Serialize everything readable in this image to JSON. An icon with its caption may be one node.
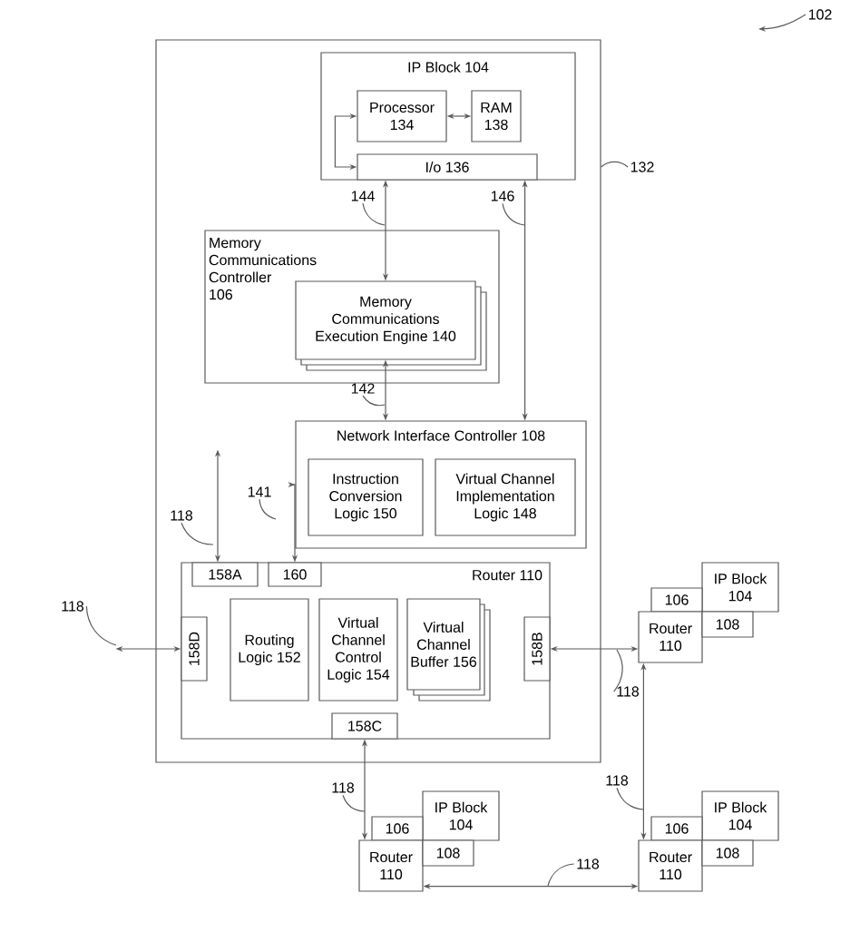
{
  "diagram": {
    "nodes": [
      {
        "text": [],
        "shape": "box"
      },
      {
        "text": [
          "IP Block 104"
        ],
        "in": 0
      },
      {
        "text": [
          "Processor 134"
        ],
        "in": 1
      },
      {
        "text": [
          "RAM 138"
        ],
        "in": 1
      },
      {
        "text": [
          "I/o 136"
        ],
        "in": 1
      },
      {
        "text": [
          "Memory Communications Controller 106"
        ],
        "in": 0
      },
      {
        "text": [
          "Memory Communications Execution Engine 140"
        ],
        "in": 5
      },
      {
        "text": [
          "Network Interface Controller 108"
        ],
        "in": 0
      },
      {
        "text": [
          "Instruction Conversion Logic 150"
        ],
        "in": 7
      },
      {
        "text": [
          "Virtual Channel Implementation Logic 148"
        ],
        "in": 7
      },
      {
        "text": [
          "Router 110"
        ],
        "in": 0
      },
      {
        "text": [
          "158A"
        ],
        "in": 10
      },
      {
        "text": [
          "160"
        ],
        "in": 10
      },
      {
        "text": [
          "158D"
        ],
        "in": 10
      },
      {
        "text": [
          "Routing Logic 152"
        ],
        "in": 10
      },
      {
        "text": [
          "Virtual Channel Control Logic 154"
        ],
        "in": 10
      },
      {
        "text": [
          "Virtual Channel Buffer 156"
        ],
        "in": 10
      },
      {
        "text": [
          "158B"
        ],
        "in": 10
      },
      {
        "text": [
          "158C"
        ],
        "in": 10
      },
      {
        "text": [
          "IP Block 104"
        ]
      },
      {
        "text": [
          "106"
        ]
      },
      {
        "text": [
          "Router 110"
        ]
      },
      {
        "text": [
          "108"
        ]
      },
      {
        "text": [
          "IP Block 104"
        ]
      },
      {
        "text": [
          "106"
        ]
      },
      {
        "text": [
          "Router 110"
        ]
      },
      {
        "text": [
          "108"
        ]
      },
      {
        "text": [
          "IP Block 104"
        ]
      },
      {
        "text": [
          "106"
        ]
      },
      {
        "text": [
          "Router 110"
        ]
      },
      {
        "text": [
          "108"
        ]
      },
      {
        "text": [
          "102"
        ]
      },
      {
        "text": [
          "132"
        ]
      },
      {
        "text": [
          "144"
        ],
        "in": 0
      },
      {
        "text": [
          "146"
        ],
        "in": 0
      },
      {
        "text": [
          "142"
        ],
        "in": 0
      },
      {
        "text": [
          "141"
        ],
        "in": 0
      },
      {
        "text": [
          "118"
        ],
        "in": 0
      },
      {
        "text": [
          "118"
        ]
      },
      {
        "text": [
          "118"
        ]
      },
      {
        "text": [
          "118"
        ]
      },
      {
        "text": [
          "118"
        ]
      },
      {
        "text": [
          "118"
        ]
      }
    ],
    "edges": [
      {
        "from": 2,
        "to": 3,
        "arrow": "both"
      },
      {
        "from": 4,
        "to": 2,
        "arrow": "both"
      },
      {
        "from": 4,
        "to": 6,
        "arrow": "both"
      },
      {
        "from": 4,
        "to": 7,
        "arrow": "both"
      },
      {
        "from": 6,
        "to": 7,
        "arrow": "both"
      },
      {
        "from": 12,
        "to": 7,
        "arrow": "both"
      },
      {
        "from": null,
        "to": 11,
        "arrow": "both"
      },
      {
        "from": null,
        "to": 13,
        "arrow": "both"
      },
      {
        "from": 17,
        "to": 21,
        "arrow": "both"
      },
      {
        "from": 18,
        "to": 25,
        "arrow": "both"
      },
      {
        "from": 21,
        "to": 29,
        "arrow": "both"
      },
      {
        "from": 25,
        "to": 29,
        "arrow": "both"
      },
      {
        "from": 31,
        "to": null,
        "arrow": "to"
      },
      {
        "from": 32,
        "to": 0,
        "arrow": "none"
      },
      {
        "from": 33,
        "to": null,
        "arrow": "none"
      },
      {
        "from": 34,
        "to": null,
        "arrow": "none"
      },
      {
        "from": 35,
        "to": null,
        "arrow": "none"
      },
      {
        "from": 36,
        "to": null,
        "arrow": "none"
      },
      {
        "from": 37,
        "to": null,
        "arrow": "none"
      },
      {
        "from": 38,
        "to": null,
        "arrow": "none"
      },
      {
        "from": 39,
        "to": null,
        "arrow": "none"
      },
      {
        "from": 40,
        "to": null,
        "arrow": "none"
      },
      {
        "from": 41,
        "to": null,
        "arrow": "none"
      },
      {
        "from": 42,
        "to": null,
        "arrow": "none"
      }
    ]
  }
}
